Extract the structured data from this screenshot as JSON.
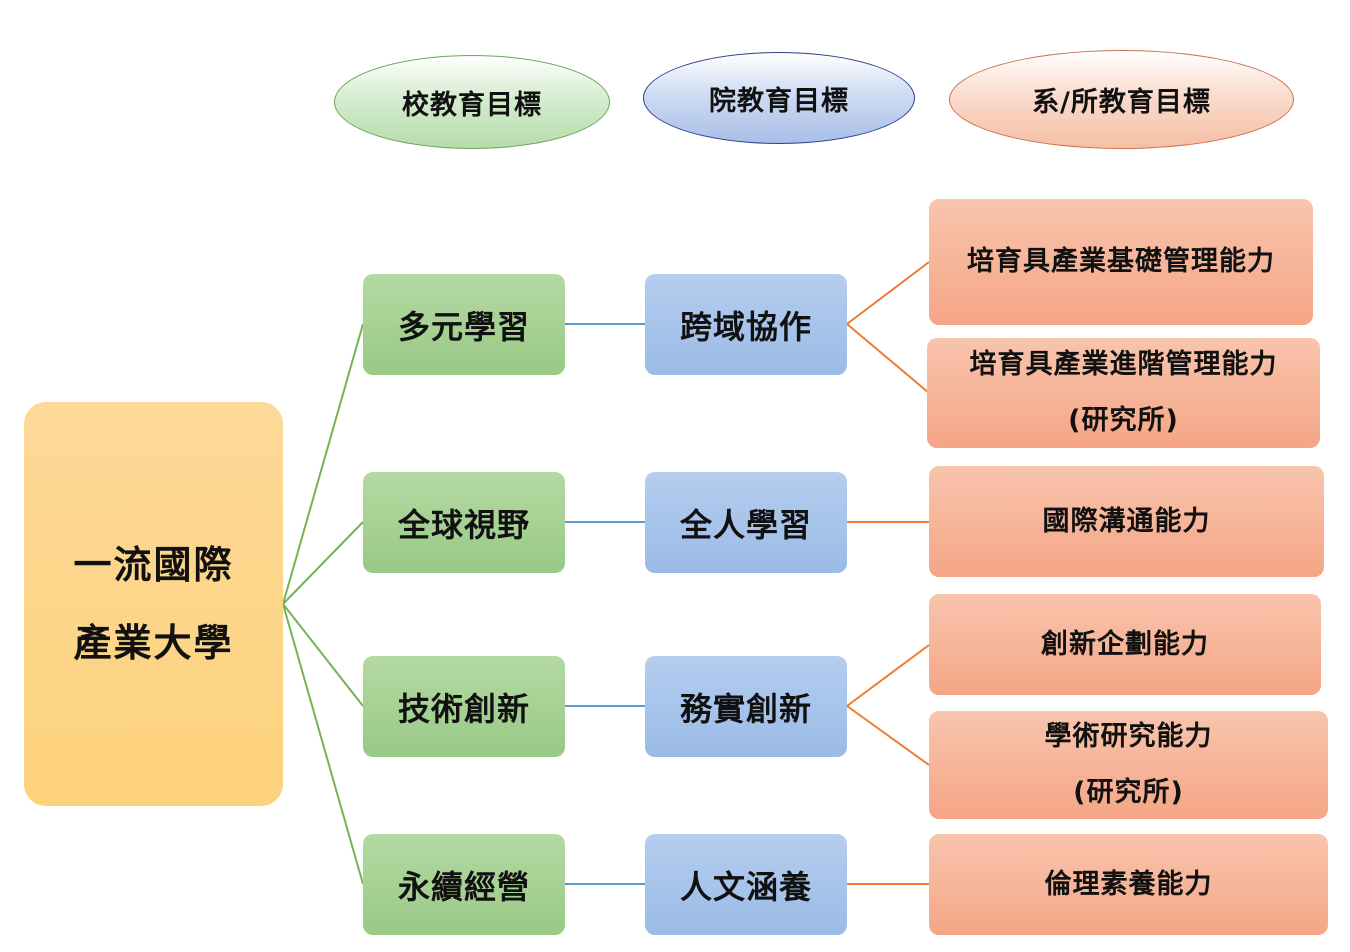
{
  "headers": {
    "school": "校教育目標",
    "college": "院教育目標",
    "department": "系/所教育目標"
  },
  "root": {
    "line1": "一流國際",
    "line2": "產業大學"
  },
  "school_goals": [
    "多元學習",
    "全球視野",
    "技術創新",
    "永續經營"
  ],
  "college_goals": [
    "跨域協作",
    "全人學習",
    "務實創新",
    "人文涵養"
  ],
  "department_goals": [
    {
      "line1": "培育具產業基礎管理能力",
      "line2": ""
    },
    {
      "line1": "培育具產業進階管理能力",
      "line2": "(研究所)"
    },
    {
      "line1": "國際溝通能力",
      "line2": ""
    },
    {
      "line1": "創新企劃能力",
      "line2": ""
    },
    {
      "line1": "學術研究能力",
      "line2": "(研究所)"
    },
    {
      "line1": "倫理素養能力",
      "line2": ""
    }
  ],
  "colors": {
    "green_connector": "#76b255",
    "blue_connector": "#5b9bd5",
    "orange_connector": "#ed7d31"
  }
}
